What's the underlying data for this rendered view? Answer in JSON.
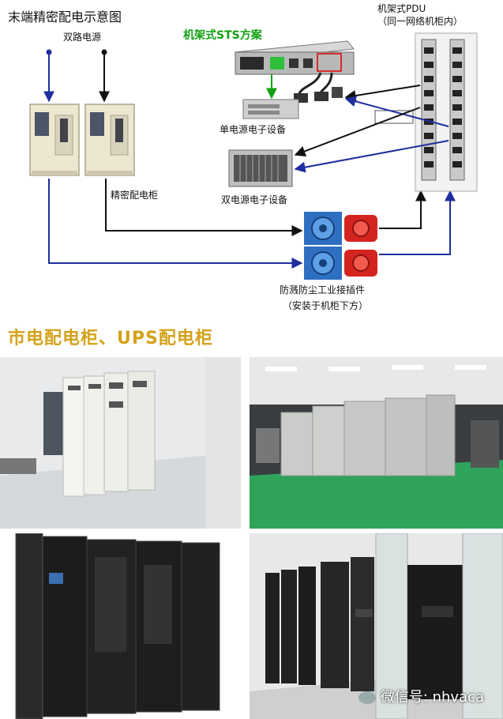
{
  "diagram": {
    "title": "末端精密配电示意图",
    "dual_power_label": "双路电源",
    "cabinet_label": "精密配电柜",
    "sts_title": "机架式STS方案",
    "pdu_label_line1": "机架式PDU",
    "pdu_label_line2": "（同一网络机柜内）",
    "single_power_label": "单电源电子设备",
    "dual_power_device_label": "双电源电子设备",
    "connector_label": "防溅防尘工业接插件",
    "connector_sub_label": "（安装于机柜下方）"
  },
  "section": {
    "title": "市电配电柜、UPS配电柜"
  },
  "watermark": {
    "text": "微信号: nhvaca"
  },
  "colors": {
    "blue_line": "#1f2f9e",
    "black_line": "#111111",
    "green_line": "#12a012",
    "section_title": "#d4a21a"
  }
}
